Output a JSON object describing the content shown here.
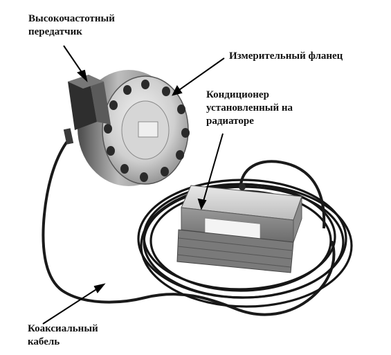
{
  "labels": {
    "transmitter": {
      "line1": "Высокочастотный",
      "line2": "передатчик"
    },
    "flange": {
      "line1": "Измерительный фланец"
    },
    "conditioner": {
      "line1": "Кондиционер",
      "line2": "установленный на",
      "line3": "радиаторе"
    },
    "cable": {
      "line1": "Коаксиальный",
      "line2": "кабель"
    }
  }
}
